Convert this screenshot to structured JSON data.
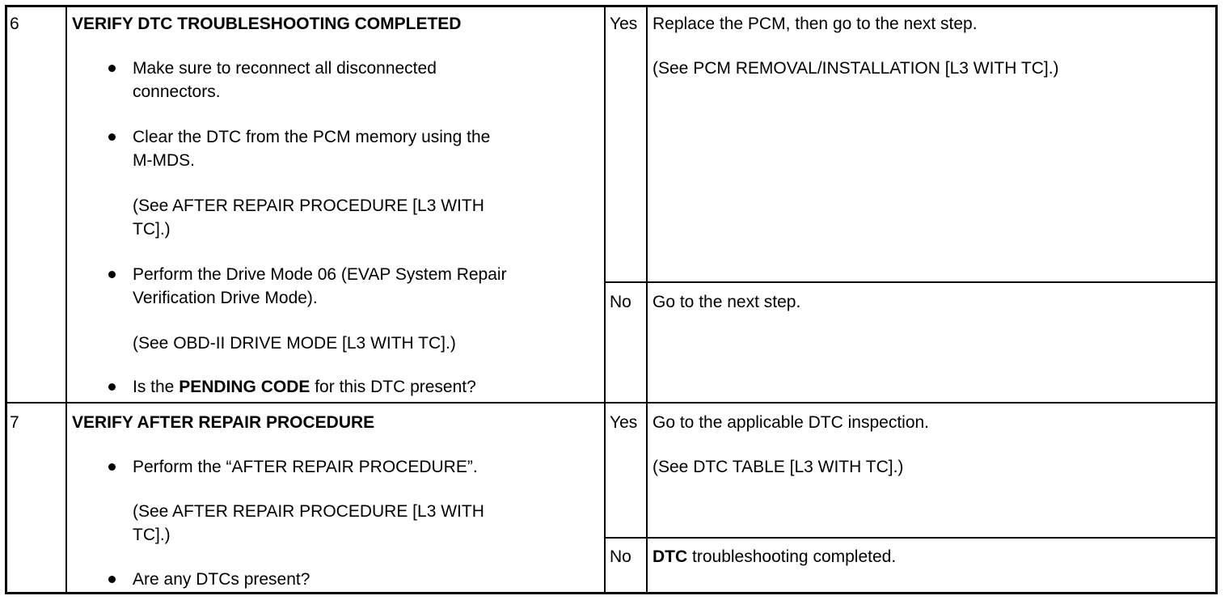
{
  "rows": [
    {
      "step": "6",
      "title": "VERIFY DTC TROUBLESHOOTING COMPLETED",
      "items": [
        {
          "lines": [
            "Make sure to reconnect all disconnected",
            "connectors."
          ]
        },
        {
          "lines": [
            "Clear the DTC from the PCM memory using the",
            "M-MDS."
          ],
          "see_lines": [
            "(See AFTER REPAIR PROCEDURE [L3 WITH",
            "TC].)"
          ]
        },
        {
          "lines": [
            "Perform the Drive Mode 06 (EVAP System Repair",
            "Verification Drive Mode)."
          ],
          "see_lines": [
            "(See OBD-II DRIVE MODE [L3 WITH TC].)"
          ]
        },
        {
          "pre": "Is the ",
          "bold": "PENDING CODE",
          "post": " for this DTC present?"
        }
      ],
      "yes": {
        "label": "Yes",
        "action": "Replace the PCM, then go to the next step.",
        "see": "(See PCM REMOVAL/INSTALLATION [L3 WITH TC].)"
      },
      "no": {
        "label": "No",
        "action": "Go to the next step."
      }
    },
    {
      "step": "7",
      "title": "VERIFY AFTER REPAIR PROCEDURE",
      "items": [
        {
          "lines": [
            "Perform the “AFTER REPAIR PROCEDURE”."
          ],
          "see_lines": [
            "(See AFTER REPAIR PROCEDURE [L3 WITH",
            "TC].)"
          ]
        },
        {
          "lines": [
            "Are any DTCs present?"
          ]
        }
      ],
      "yes": {
        "label": "Yes",
        "action": "Go to the applicable DTC inspection.",
        "see": "(See DTC TABLE [L3 WITH TC].)"
      },
      "no": {
        "label": "No",
        "action_bold": "DTC",
        "action_rest": " troubleshooting completed."
      }
    }
  ]
}
